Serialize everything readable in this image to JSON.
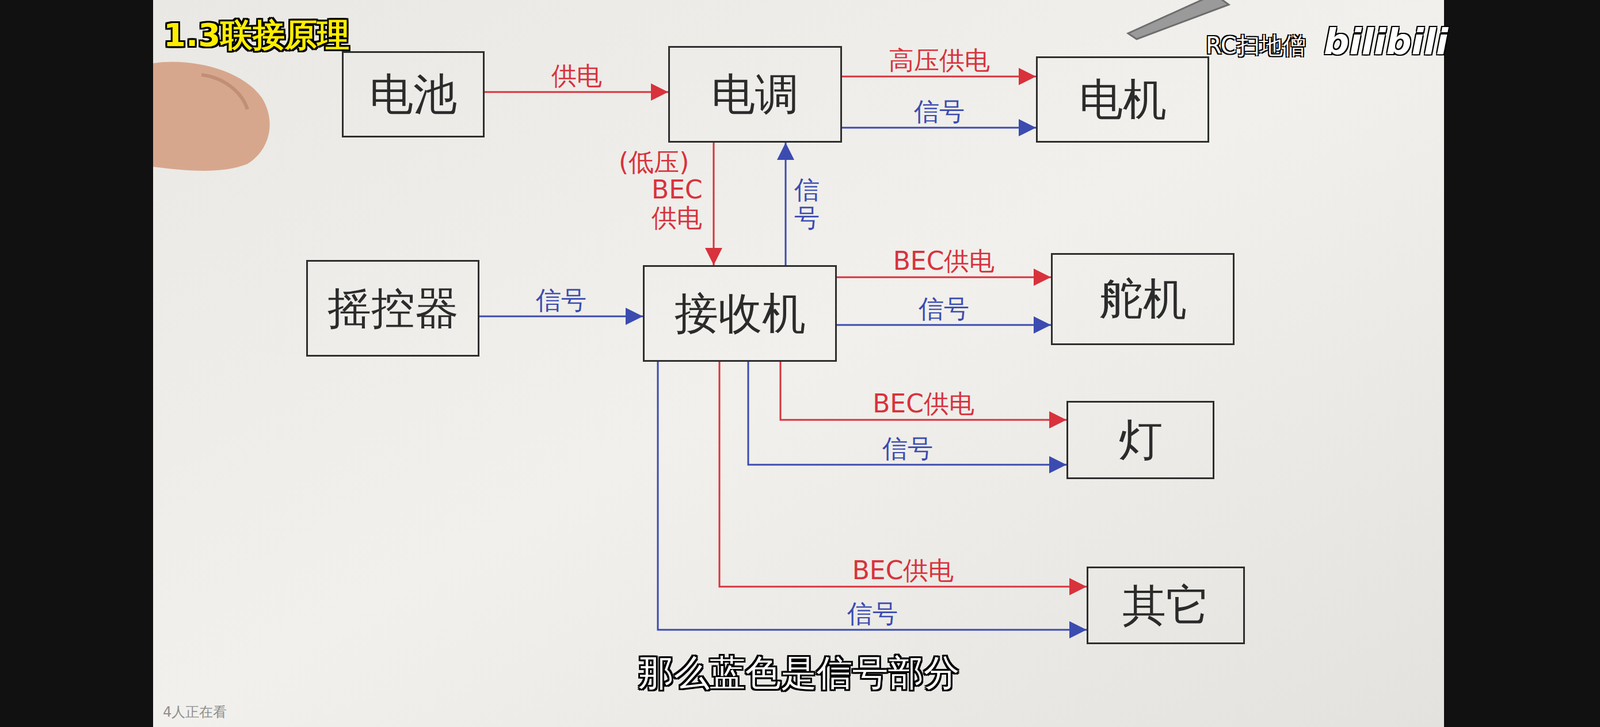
{
  "diagram": {
    "title": "1.3联接原理",
    "caption": "那么蓝色是信号部分",
    "nodes": [
      {
        "text": [
          "电池"
        ]
      },
      {
        "text": [
          "电调"
        ]
      },
      {
        "text": [
          "电机"
        ]
      },
      {
        "text": [
          "摇控器"
        ]
      },
      {
        "text": [
          "接收机"
        ]
      },
      {
        "text": [
          "舵机"
        ]
      },
      {
        "text": [
          "灯"
        ]
      },
      {
        "text": [
          "其它"
        ]
      }
    ],
    "edges": [
      {
        "from": 0,
        "to": 1,
        "label": "供电",
        "arrow": "to"
      },
      {
        "from": 1,
        "to": 2,
        "label": "高压供电",
        "arrow": "to"
      },
      {
        "from": 1,
        "to": 2,
        "label": "信号",
        "arrow": "to"
      },
      {
        "from": 1,
        "to": 4,
        "label": "BEC供电",
        "arrow": "to"
      },
      {
        "from": 4,
        "to": 1,
        "label": "信号",
        "arrow": "to"
      },
      {
        "from": 3,
        "to": 4,
        "label": "信号",
        "arrow": "to"
      },
      {
        "from": 4,
        "to": 5,
        "label": "BEC供电",
        "arrow": "to"
      },
      {
        "from": 4,
        "to": 5,
        "label": "信号",
        "arrow": "to"
      },
      {
        "from": 4,
        "to": 6,
        "label": "BEC供电",
        "arrow": "to"
      },
      {
        "from": 4,
        "to": 6,
        "label": "信号",
        "arrow": "to"
      },
      {
        "from": 4,
        "to": 7,
        "label": "BEC供电",
        "arrow": "to"
      },
      {
        "from": 4,
        "to": 7,
        "label": "信号",
        "arrow": "to"
      }
    ],
    "labels": [
      "(低压)",
      "RC扫地僧",
      "bilibili",
      "4人正在看"
    ]
  }
}
